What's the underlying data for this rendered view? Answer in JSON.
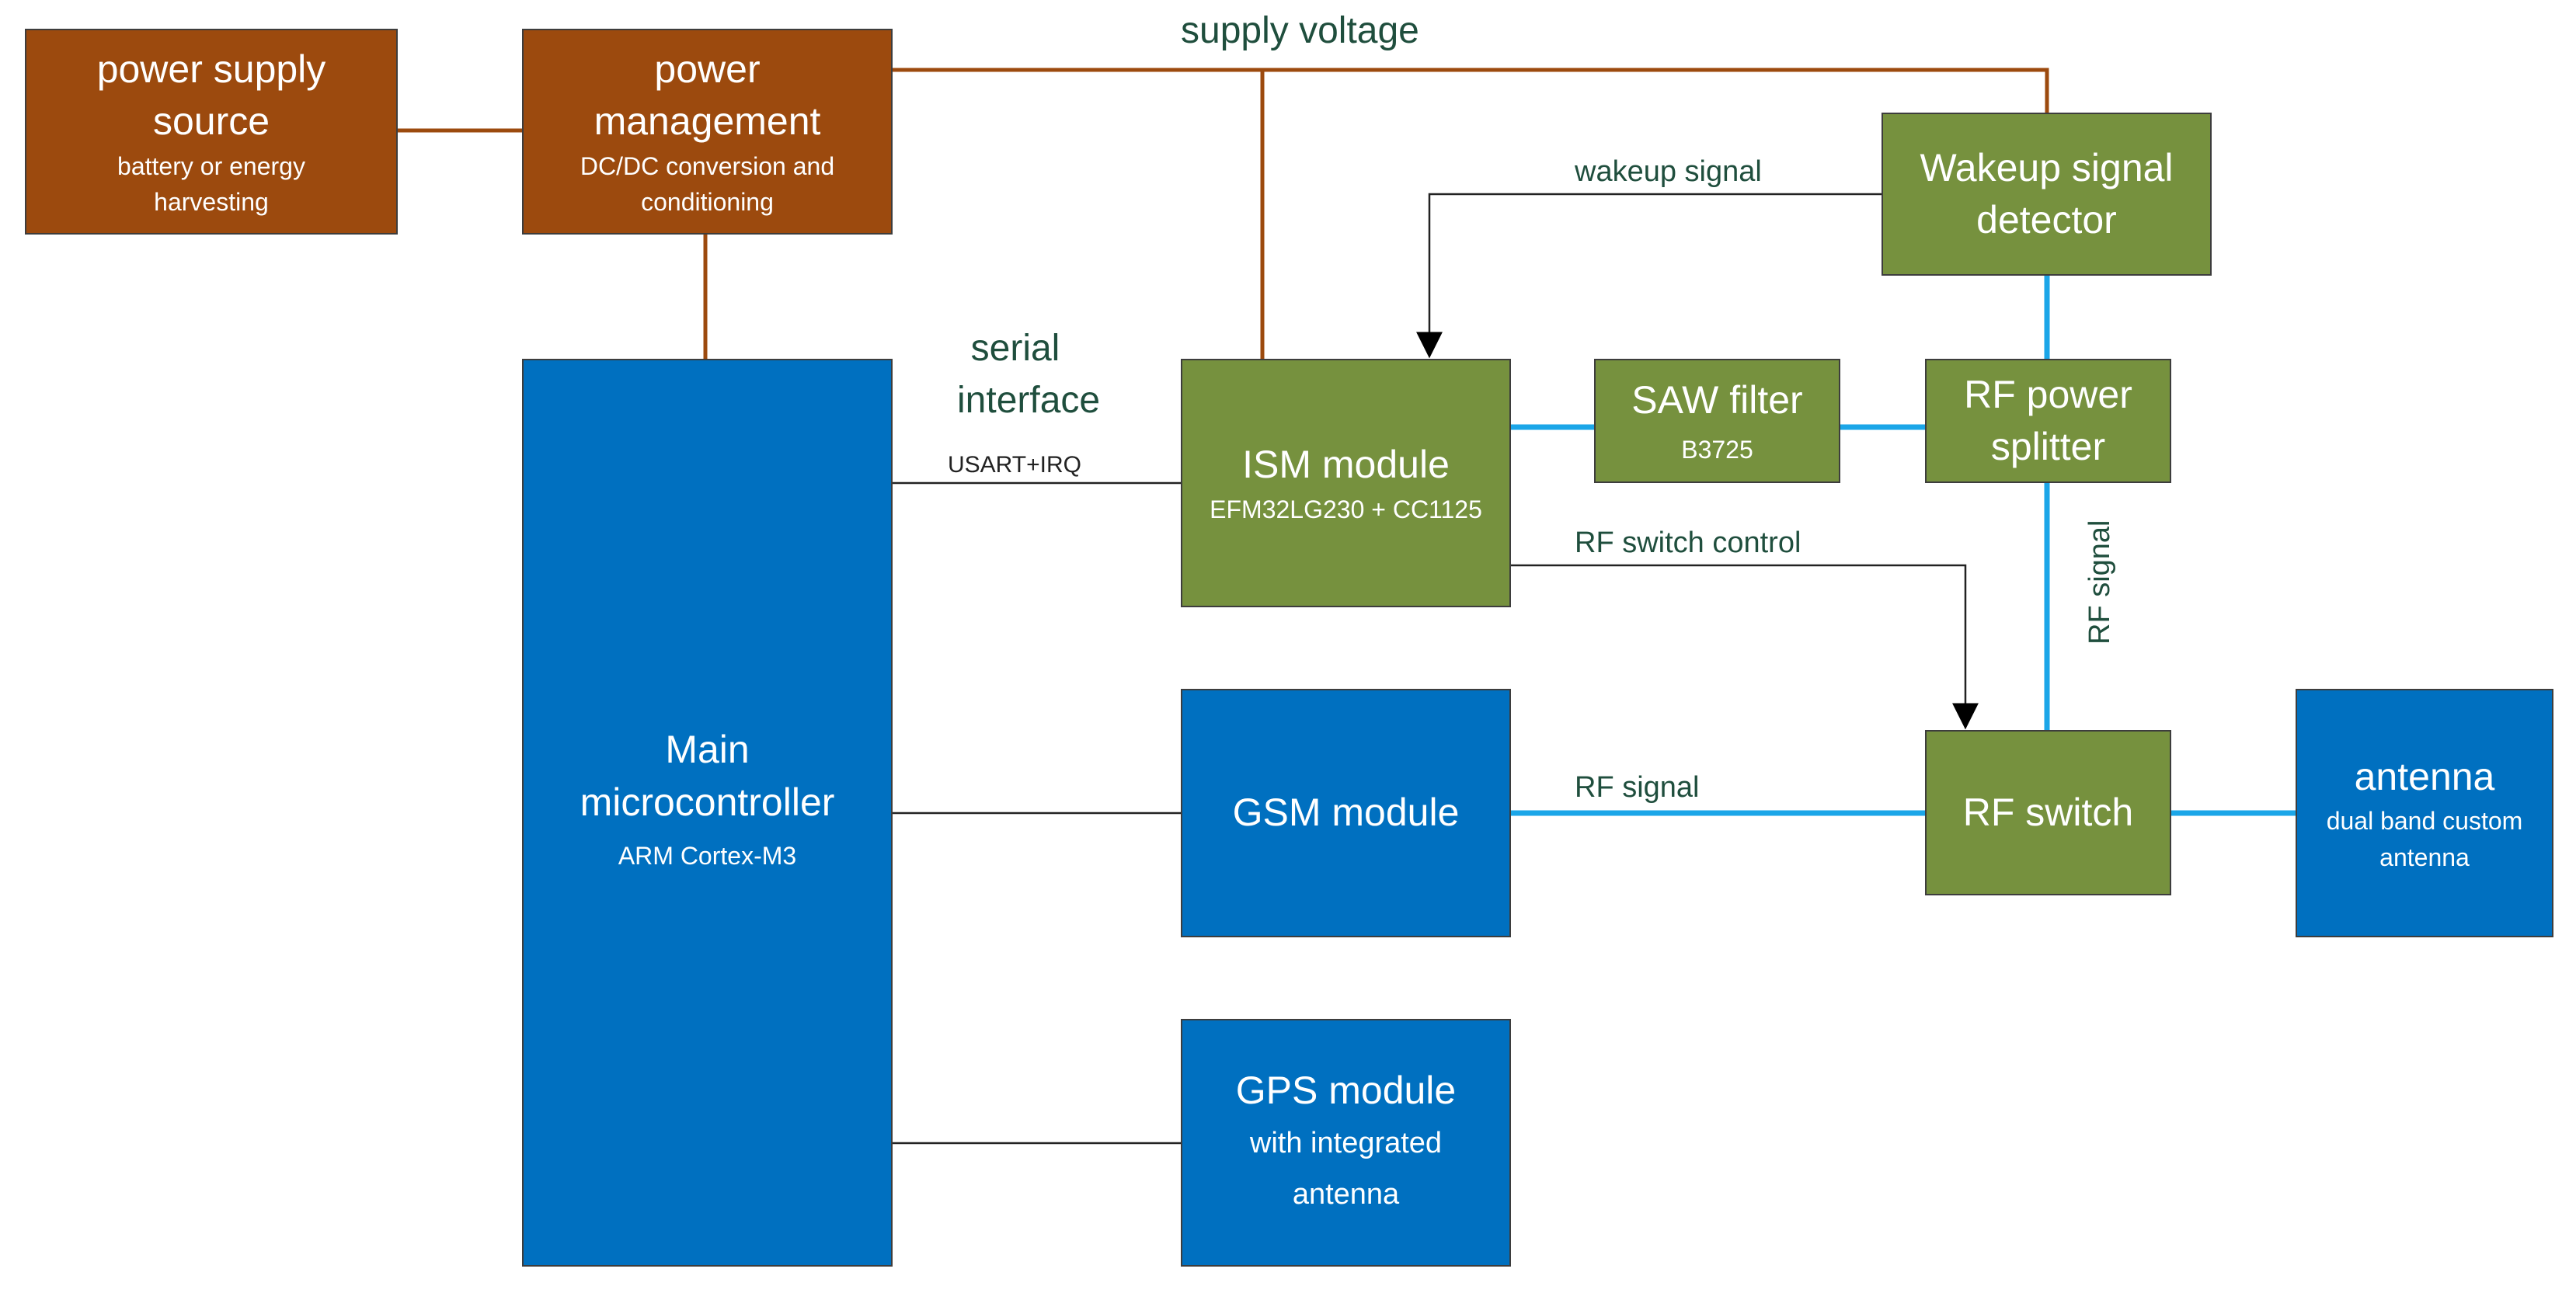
{
  "blocks": {
    "power_source": {
      "title": "power supply source",
      "subtitle": "battery or energy harvesting"
    },
    "power_mgmt": {
      "title": "power management",
      "subtitle": "DC/DC conversion and conditioning"
    },
    "main_mcu": {
      "title": "Main microcontroller",
      "subtitle": "ARM Cortex-M3"
    },
    "ism": {
      "title": "ISM module",
      "subtitle": "EFM32LG230 + CC1125"
    },
    "saw": {
      "title": "SAW filter",
      "subtitle": "B3725"
    },
    "splitter": {
      "title": "RF power splitter"
    },
    "wakeup": {
      "title": "Wakeup signal detector"
    },
    "gsm": {
      "title": "GSM module"
    },
    "rfswitch": {
      "title": "RF switch"
    },
    "antenna": {
      "title": "antenna",
      "subtitle": "dual band custom antenna"
    },
    "gps": {
      "title": "GPS module",
      "subtitle": "with integrated antenna"
    }
  },
  "labels": {
    "supply_voltage": "supply voltage",
    "wakeup_signal": "wakeup signal",
    "serial_interface": "serial interface",
    "usart_irq": "USART+IRQ",
    "rf_switch_control": "RF switch control",
    "rf_signal_vertical": "RF signal",
    "rf_signal_gsm": "RF signal"
  },
  "colors": {
    "power": "#9C4A0E",
    "rf_section": "#76913E",
    "digital": "#0070C0",
    "rf_line": "#1BA6E8",
    "control_line": "#222222"
  }
}
